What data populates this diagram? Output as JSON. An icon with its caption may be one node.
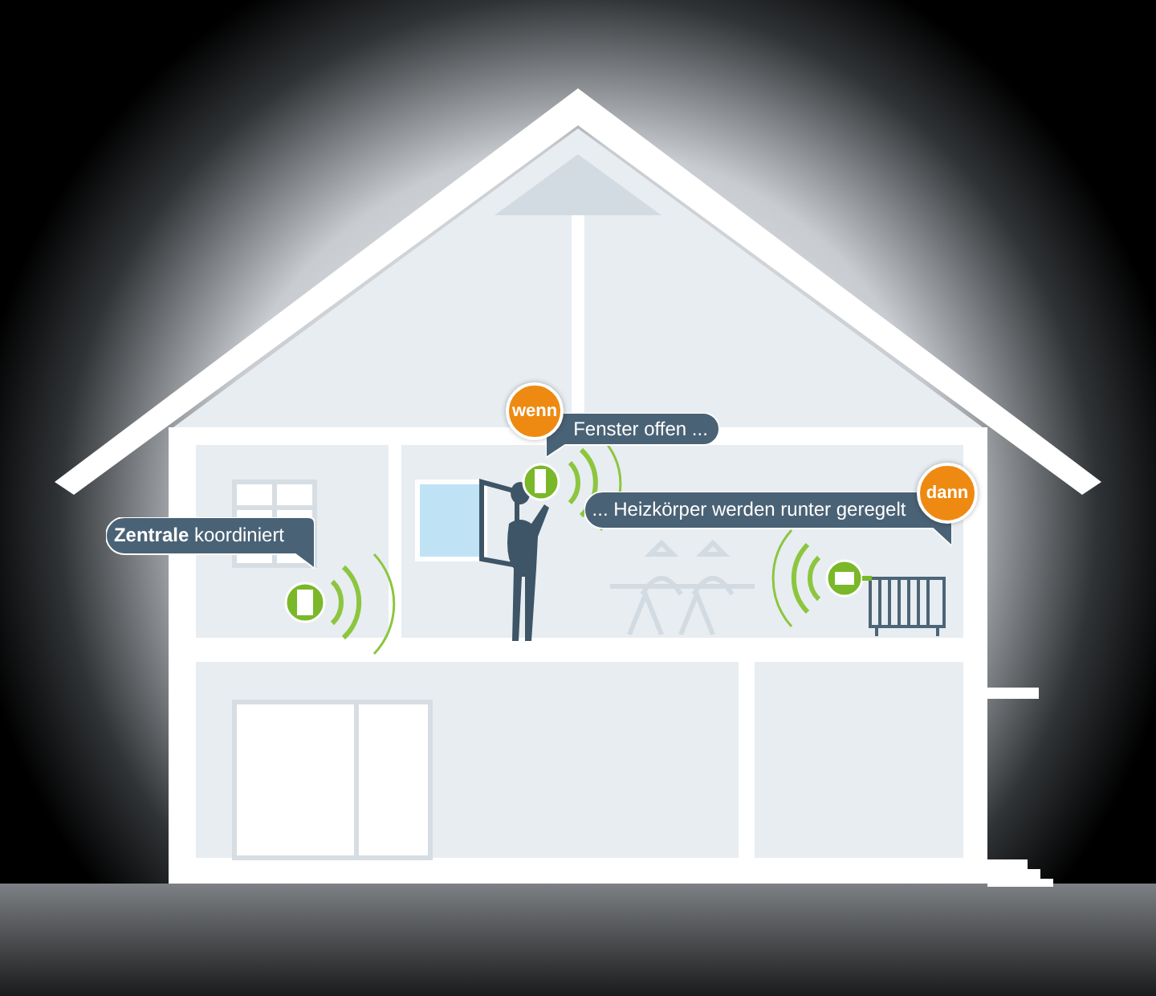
{
  "diagram": {
    "nodes": [
      {
        "text": [
          "**Zentrale** koordiniert"
        ]
      },
      {
        "text": [
          "wenn"
        ]
      },
      {
        "text": [
          "Fenster offen ..."
        ]
      },
      {
        "text": [
          "dann"
        ]
      },
      {
        "text": [
          "... Heizkörper werden runter geregelt"
        ]
      }
    ]
  }
}
